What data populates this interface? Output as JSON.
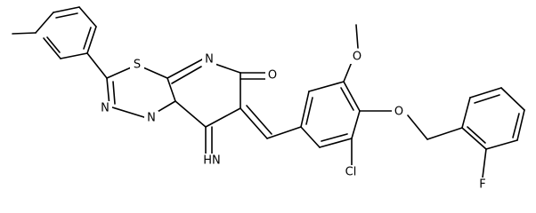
{
  "atoms": {
    "s1": "S",
    "n_ring_top": "N",
    "n_ring_bottom": "N",
    "n_bridge": "N",
    "o_ketone": "O",
    "o_methoxy": "O",
    "o_ether": "O",
    "cl": "Cl",
    "f": "F",
    "imine": "HN"
  },
  "colors": {
    "bond": "#000000",
    "text": "#000000",
    "background": "#ffffff"
  }
}
